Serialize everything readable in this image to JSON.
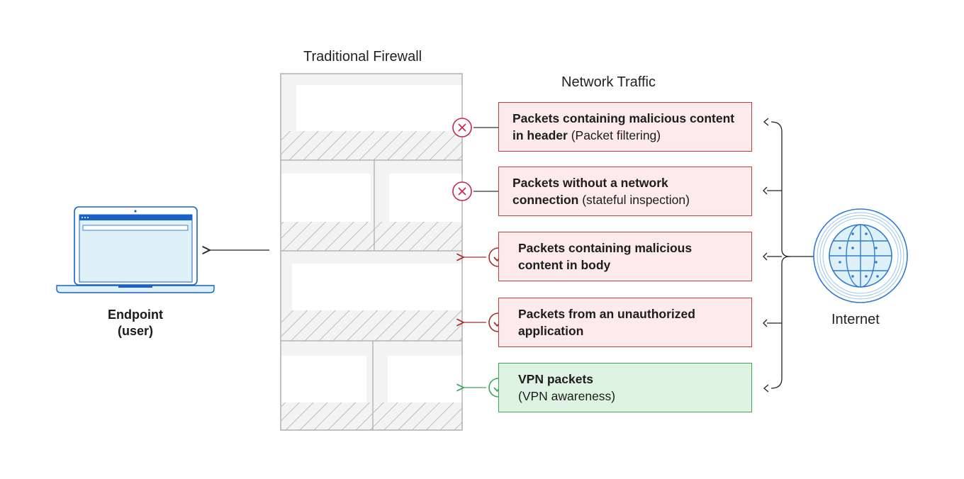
{
  "firewall": {
    "title": "Traditional Firewall"
  },
  "traffic": {
    "title": "Network Traffic",
    "items": [
      {
        "bold": "Packets containing malicious content in header",
        "normal": "(Packet filtering)",
        "status": "blocked",
        "color": "#c7254e"
      },
      {
        "bold": "Packets without a network connection",
        "normal": "(stateful inspection)",
        "status": "blocked",
        "color": "#c7254e"
      },
      {
        "bold": "Packets containing malicious content in body",
        "normal": "",
        "status": "allowed",
        "color": "#a72d2d"
      },
      {
        "bold": "Packets from an unauthorized application",
        "normal": "",
        "status": "allowed",
        "color": "#a72d2d"
      },
      {
        "bold": "VPN packets",
        "normal": "(VPN awareness)",
        "status": "allowed",
        "color": "#3aa75a"
      }
    ]
  },
  "endpoint": {
    "line1": "Endpoint",
    "line2": "(user)"
  },
  "internet": {
    "label": "Internet"
  },
  "colors": {
    "red_border": "#c43c3c",
    "red_fill": "#fdeaea",
    "green_border": "#3aa75a",
    "green_fill": "#def3e2",
    "laptop_blue": "#1b5fc8",
    "globe_blue": "#2f7bd3"
  }
}
